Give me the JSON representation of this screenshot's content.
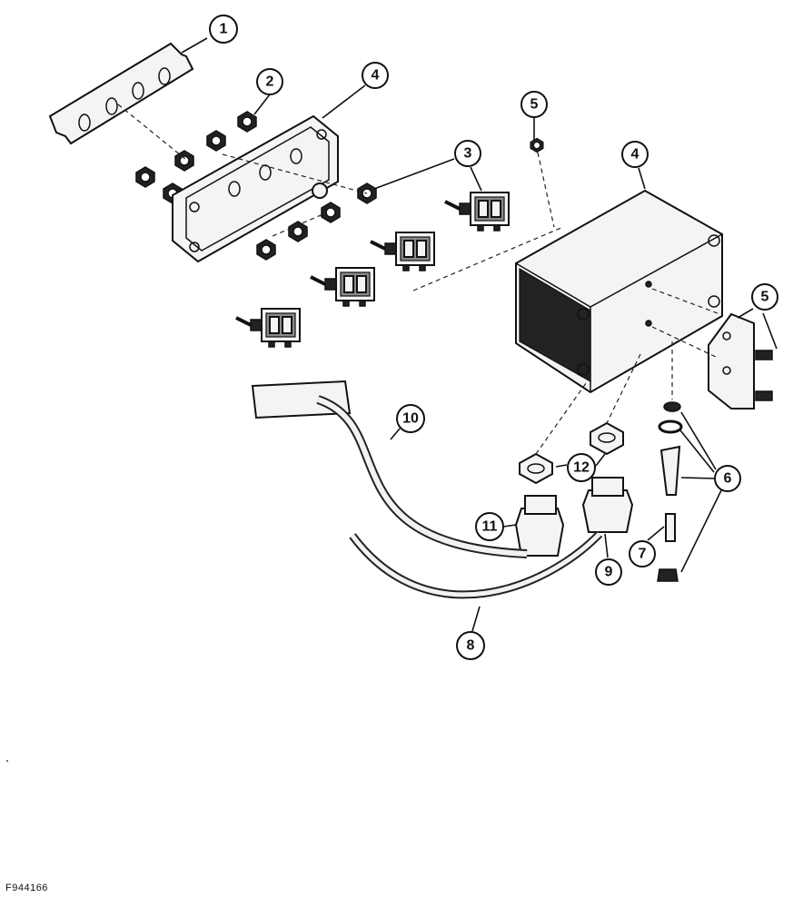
{
  "figure_id": "F944166",
  "callouts": [
    {
      "key": "c1",
      "label": "1"
    },
    {
      "key": "c2",
      "label": "2"
    },
    {
      "key": "c4a",
      "label": "4"
    },
    {
      "key": "c5a",
      "label": "5"
    },
    {
      "key": "c4b",
      "label": "4"
    },
    {
      "key": "c3",
      "label": "3"
    },
    {
      "key": "c5b",
      "label": "5"
    },
    {
      "key": "c10",
      "label": "10"
    },
    {
      "key": "c12",
      "label": "12"
    },
    {
      "key": "c6",
      "label": "6"
    },
    {
      "key": "c11",
      "label": "11"
    },
    {
      "key": "c9",
      "label": "9"
    },
    {
      "key": "c7",
      "label": "7"
    },
    {
      "key": "c8",
      "label": "8"
    }
  ]
}
